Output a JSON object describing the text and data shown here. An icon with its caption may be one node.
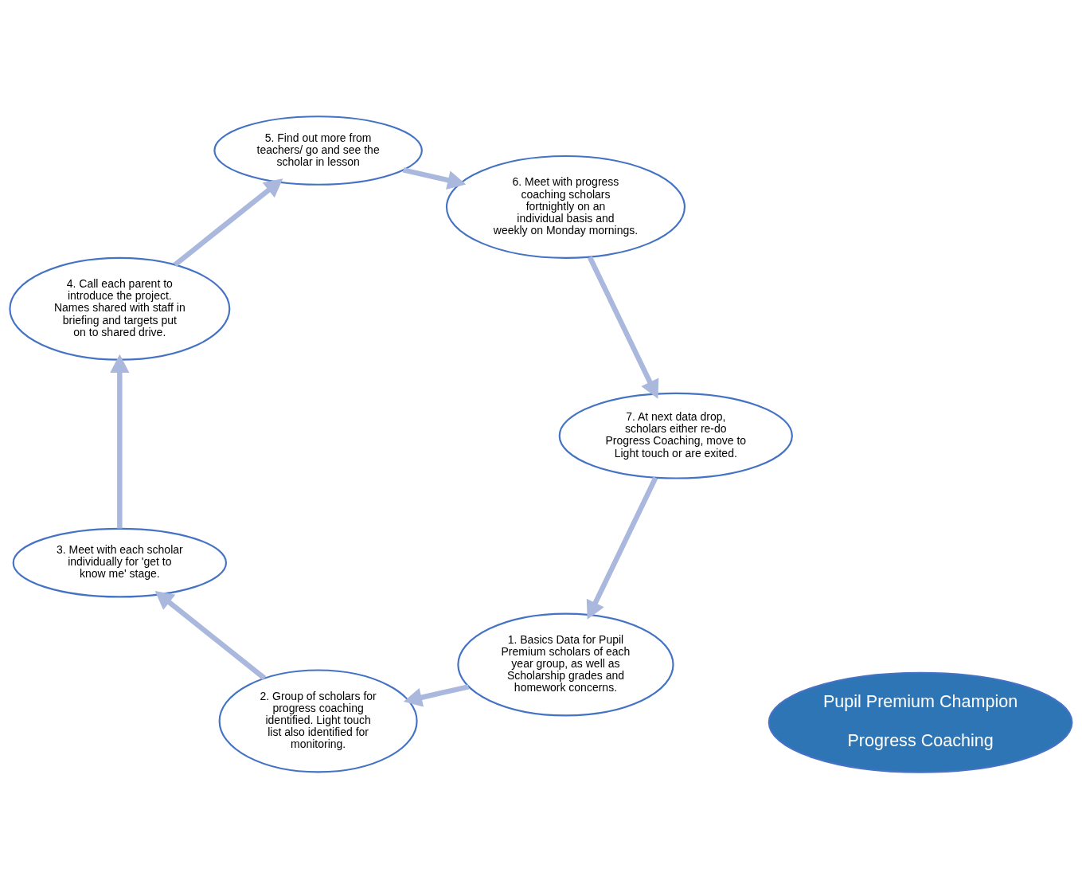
{
  "diagram": {
    "nodes": [
      {
        "text": [
          "Pupil Premium Champion",
          "Progress Coaching"
        ]
      },
      {
        "text": [
          "1. Basics Data for Pupil Premium scholars of each year group, as well as Scholarship grades and homework concerns."
        ]
      },
      {
        "text": [
          "2. Group of scholars for progress coaching identified. Light touch list also identified for monitoring."
        ]
      },
      {
        "text": [
          "3. Meet with each scholar individually for 'get to know me' stage."
        ]
      },
      {
        "text": [
          "4. Call each parent to introduce the project. Names shared with staff in briefing and targets put on to shared drive."
        ]
      },
      {
        "text": [
          "5. Find out more from teachers/ go and see the scholar in lesson"
        ]
      },
      {
        "text": [
          "6. Meet with progress coaching scholars fortnightly on an individual basis and weekly on Monday mornings."
        ]
      },
      {
        "text": [
          "7. At next data drop, scholars either re-do Progress Coaching, move to Light touch or are exited."
        ]
      }
    ],
    "edges": [
      {
        "from": 1,
        "to": 2,
        "arrow": "to"
      },
      {
        "from": 2,
        "to": 3,
        "arrow": "to"
      },
      {
        "from": 3,
        "to": 4,
        "arrow": "to"
      },
      {
        "from": 4,
        "to": 5,
        "arrow": "to"
      },
      {
        "from": 5,
        "to": 6,
        "arrow": "to"
      },
      {
        "from": 6,
        "to": 7,
        "arrow": "to"
      },
      {
        "from": 7,
        "to": 1,
        "arrow": "to"
      }
    ]
  }
}
